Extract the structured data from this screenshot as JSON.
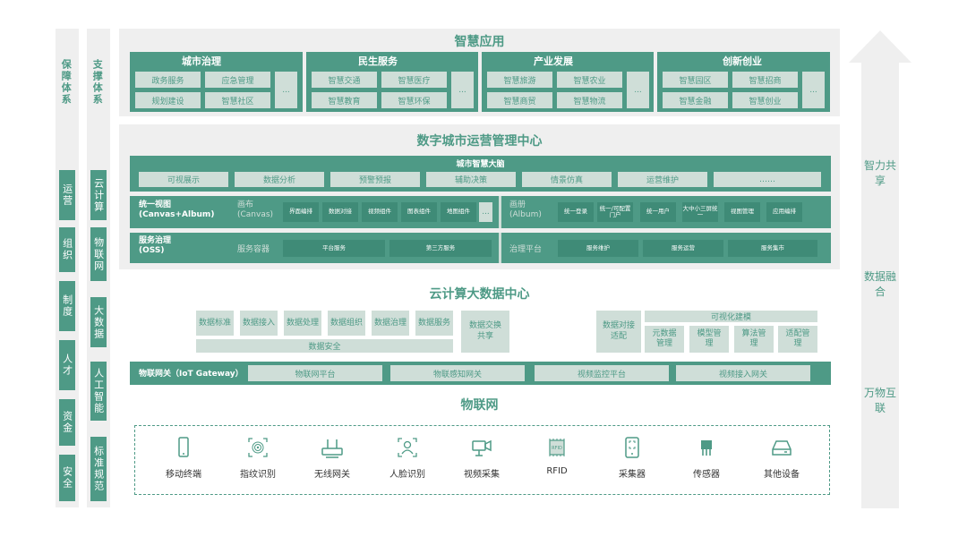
{
  "left_col1": {
    "header": "保障体系",
    "items": [
      "运营",
      "组织",
      "制度",
      "人才",
      "资金",
      "安全"
    ]
  },
  "left_col2": {
    "header": "支撑体系",
    "items": [
      "云计算",
      "物联网",
      "大数据",
      "人工智能",
      "标准规范"
    ]
  },
  "right_col": {
    "items": [
      "智力共享",
      "数据融合",
      "万物互联"
    ]
  },
  "smart_app": {
    "title": "智慧应用",
    "groups": [
      {
        "title": "城市治理",
        "cells": [
          "政务服务",
          "应急管理",
          "规划建设",
          "智慧社区"
        ],
        "more": "..."
      },
      {
        "title": "民生服务",
        "cells": [
          "智慧交通",
          "智慧医疗",
          "智慧教育",
          "智慧环保"
        ],
        "more": "..."
      },
      {
        "title": "产业发展",
        "cells": [
          "智慧旅游",
          "智慧农业",
          "智慧商贸",
          "智慧物流"
        ],
        "more": "..."
      },
      {
        "title": "创新创业",
        "cells": [
          "智慧园区",
          "智慧招商",
          "智慧金融",
          "智慧创业"
        ],
        "more": "..."
      }
    ]
  },
  "ops_center": {
    "title": "数字城市运营管理中心",
    "brain": {
      "title": "城市智慧大脑",
      "items": [
        "可视展示",
        "数据分析",
        "预警预报",
        "辅助决策",
        "情景仿真",
        "运营维护",
        "……"
      ]
    },
    "view": {
      "label": "统一视图\n(Canvas+Album)",
      "canvas_label": "画布\n(Canvas)",
      "canvas_items": [
        "界面编排",
        "数据对接",
        "视频组件",
        "图表组件",
        "地图组件",
        "..."
      ],
      "album_label": "画册\n(Album)",
      "album_items": [
        "统一登录",
        "统一/可配置门户",
        "统一用户",
        "大中小三屏统一",
        "视图管理",
        "应用编排"
      ]
    },
    "service": {
      "label": "服务治理\n(OSS)",
      "container_label": "服务容器",
      "container_items": [
        "平台服务",
        "第三方服务"
      ],
      "governance_label": "治理平台",
      "governance_items": [
        "服务维护",
        "服务运营",
        "服务集市"
      ]
    }
  },
  "cloud": {
    "title": "云计算大数据中心",
    "data_items": [
      "数据标准",
      "数据接入",
      "数据处理",
      "数据组织",
      "数据治理",
      "数据服务"
    ],
    "security": "数据安全",
    "exchange": "数据交换共享",
    "adapter": "数据对接适配",
    "modeling_title": "可视化建模",
    "modeling_items": [
      "元数据管理",
      "模型管理",
      "算法管理",
      "适配管理"
    ],
    "gateway_label": "物联网关（IoT Gateway）",
    "gateway_items": [
      "物联网平台",
      "物联感知网关",
      "视频监控平台",
      "视频接入网关"
    ]
  },
  "iot": {
    "title": "物联网",
    "devices": [
      {
        "icon": "mobile-icon",
        "label": "移动终端"
      },
      {
        "icon": "fingerprint-icon",
        "label": "指纹识别"
      },
      {
        "icon": "router-icon",
        "label": "无线网关"
      },
      {
        "icon": "face-icon",
        "label": "人脸识别"
      },
      {
        "icon": "video-camera-icon",
        "label": "视频采集"
      },
      {
        "icon": "rfid-icon",
        "label": "RFID"
      },
      {
        "icon": "collector-icon",
        "label": "采集器"
      },
      {
        "icon": "sensor-icon",
        "label": "传感器"
      },
      {
        "icon": "device-icon",
        "label": "其他设备"
      }
    ]
  },
  "colors": {
    "primary": "#4e9a86",
    "light": "#cfded8",
    "pale": "#efefef"
  }
}
